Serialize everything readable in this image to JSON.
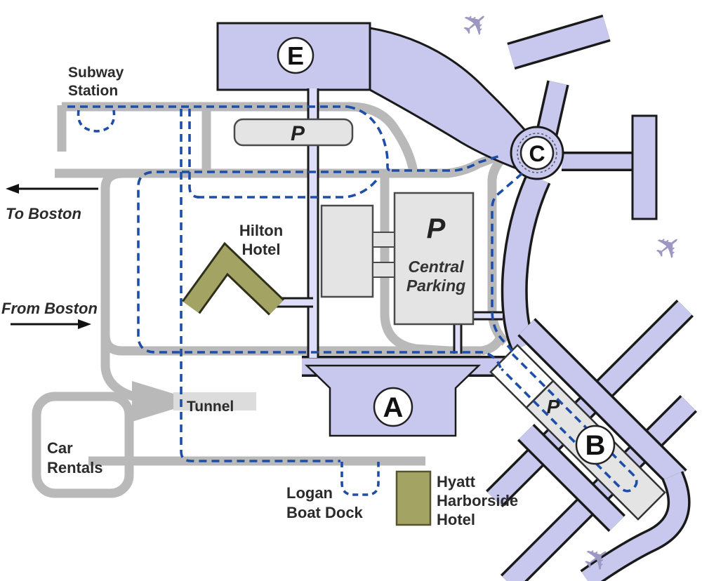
{
  "terminals": [
    {
      "letter": "E"
    },
    {
      "letter": "C"
    },
    {
      "letter": "A"
    },
    {
      "letter": "B"
    }
  ],
  "parking": {
    "symbol": "P",
    "central": {
      "lines": [
        "Central",
        "Parking"
      ]
    }
  },
  "labels": {
    "subway_station": {
      "lines": [
        "Subway",
        "Station"
      ]
    },
    "hilton": {
      "lines": [
        "Hilton",
        "Hotel"
      ]
    },
    "hyatt": {
      "lines": [
        "Hyatt",
        "Harborside",
        "Hotel"
      ]
    },
    "car_rentals": {
      "lines": [
        "Car",
        "Rentals"
      ]
    },
    "logan_boat_dock": {
      "lines": [
        "Logan",
        "Boat Dock"
      ]
    },
    "tunnel": "Tunnel"
  },
  "directions": {
    "to_boston": "To Boston",
    "from_boston": "From Boston"
  },
  "icons": {
    "airplane": "✈"
  },
  "colors": {
    "terminal_purple": "#c8c8ef",
    "outline_black": "#1a1a1a",
    "road_gray": "#b9b9b9",
    "route_blue": "#1e4ea8",
    "parking_gray": "#e4e4e4",
    "hotel_olive": "#a3a363",
    "airplane_purple": "#9d97c4"
  }
}
